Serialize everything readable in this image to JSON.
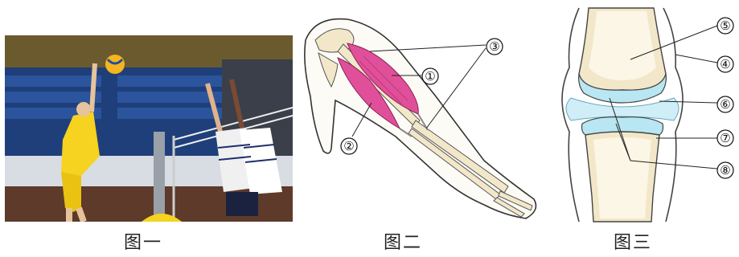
{
  "captions": {
    "fig1": "图一",
    "fig2": "图二",
    "fig3": "图三"
  },
  "fig2_labels": {
    "n1": "①",
    "n2": "②",
    "n3": "③"
  },
  "fig3_labels": {
    "n4": "④",
    "n5": "⑤",
    "n6": "⑥",
    "n7": "⑦",
    "n8": "⑧"
  },
  "colors": {
    "muscle": "#e0509a",
    "bone": "#f2e7c8",
    "cartilage": "#b8e6f2",
    "outline": "#333333"
  }
}
